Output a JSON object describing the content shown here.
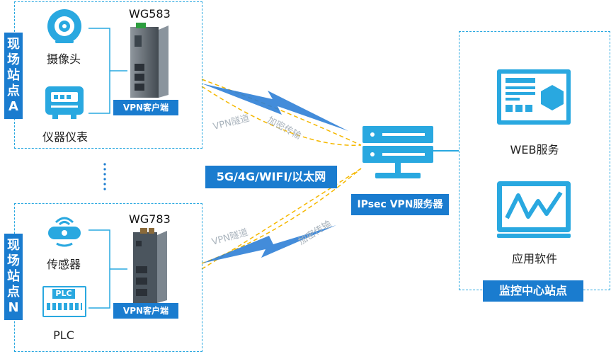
{
  "site_a": {
    "label_chars": [
      "现",
      "场",
      "站",
      "点",
      "A"
    ],
    "camera_label": "摄像头",
    "meter_label": "仪器仪表",
    "gateway_model": "WG583",
    "client_tag": "VPN客户端"
  },
  "site_n": {
    "label_chars": [
      "现",
      "场",
      "站",
      "点",
      "N"
    ],
    "sensor_label": "传感器",
    "plc_icon_text": "PLC",
    "plc_label": "PLC",
    "gateway_model": "WG783",
    "client_tag": "VPN客户端"
  },
  "network": {
    "link_label": "5G/4G/WIFI/以太网",
    "tunnel_top_1": "VPN隧道",
    "tunnel_top_2": "加密传输",
    "tunnel_bottom_1": "VPN隧道",
    "tunnel_bottom_2": "加密传输"
  },
  "server": {
    "label": "IPsec VPN服务器"
  },
  "center": {
    "web_label": "WEB服务",
    "app_label": "应用软件",
    "title": "监控中心站点"
  },
  "colors": {
    "accent": "#1a7ccf",
    "icon_blue": "#29a8e0",
    "dashed_border": "#29a8e0",
    "tunnel_orange": "#f5b800",
    "lightning_blue": "#2f7fd6"
  }
}
